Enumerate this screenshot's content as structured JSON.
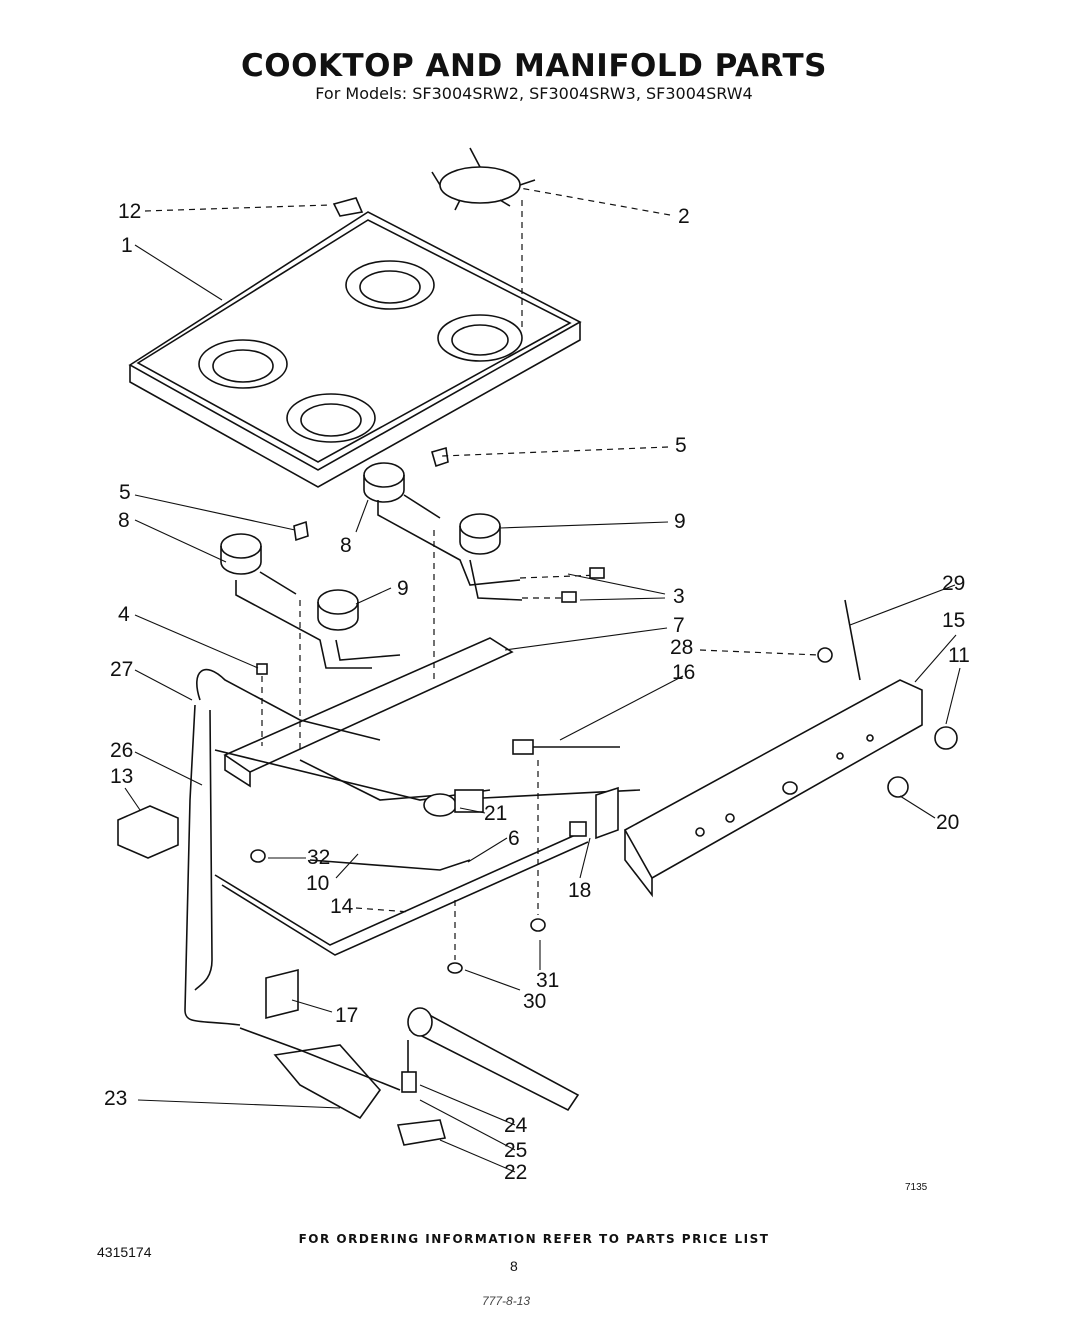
{
  "header": {
    "title": "COOKTOP AND MANIFOLD PARTS",
    "subtitle": "For Models: SF3004SRW2, SF3004SRW3, SF3004SRW4"
  },
  "callouts": {
    "c12": "12",
    "c1": "1",
    "c2": "2",
    "c5a": "5",
    "c5b": "5",
    "c8a": "8",
    "c8b": "8",
    "c9a": "9",
    "c9b": "9",
    "c3": "3",
    "c29": "29",
    "c4": "4",
    "c7": "7",
    "c28": "28",
    "c15": "15",
    "c27": "27",
    "c16": "16",
    "c11": "11",
    "c26": "26",
    "c13": "13",
    "c21": "21",
    "c20": "20",
    "c6": "6",
    "c32": "32",
    "c10": "10",
    "c18": "18",
    "c14": "14",
    "c31": "31",
    "c30": "30",
    "c17": "17",
    "c23": "23",
    "c24": "24",
    "c25": "25",
    "c22": "22"
  },
  "footer": {
    "ordering_note": "FOR ORDERING INFORMATION REFER TO PARTS PRICE LIST",
    "doc_number": "4315174",
    "page_number": "8",
    "figure_code": "7135",
    "handwritten_note": "777-8-13"
  }
}
